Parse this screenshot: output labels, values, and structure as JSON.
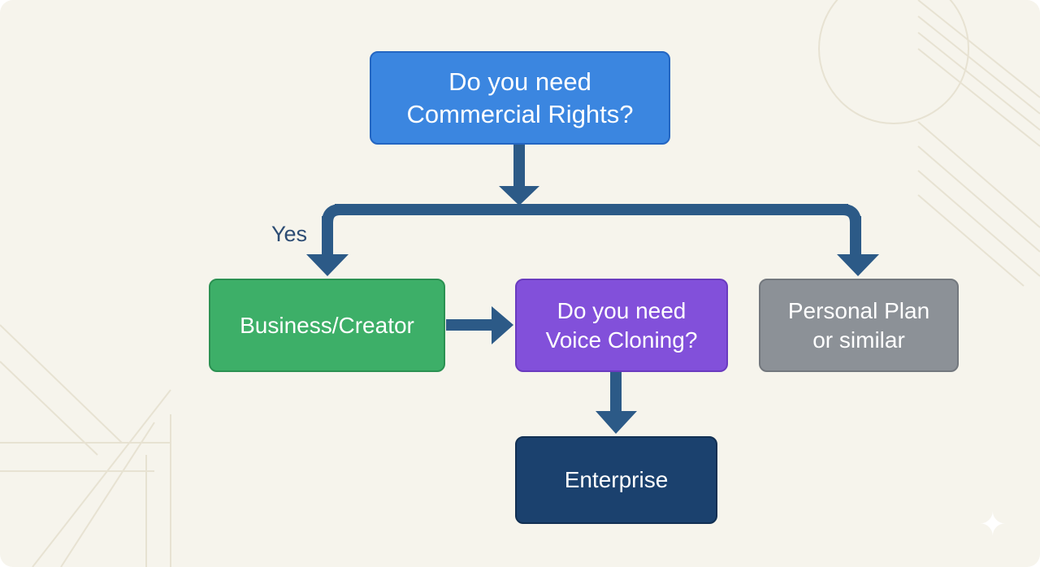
{
  "diagram": {
    "question_commercial": {
      "line1": "Do you need",
      "line2": "Commercial Rights?"
    },
    "yes_label": "Yes",
    "business_creator": "Business/Creator",
    "question_voice": {
      "line1": "Do you need",
      "line2": "Voice Cloning?"
    },
    "personal_plan": {
      "line1": "Personal Plan",
      "line2": "or similar"
    },
    "enterprise": "Enterprise"
  },
  "colors": {
    "background": "#f6f4ec",
    "connector": "#2c5a87",
    "question_commercial": "#3b86e0",
    "business_creator": "#3daf68",
    "question_voice": "#8250da",
    "personal_plan": "#8c9197",
    "enterprise": "#1b416e"
  },
  "icons": {
    "corner_mark": "sparkle-icon"
  }
}
